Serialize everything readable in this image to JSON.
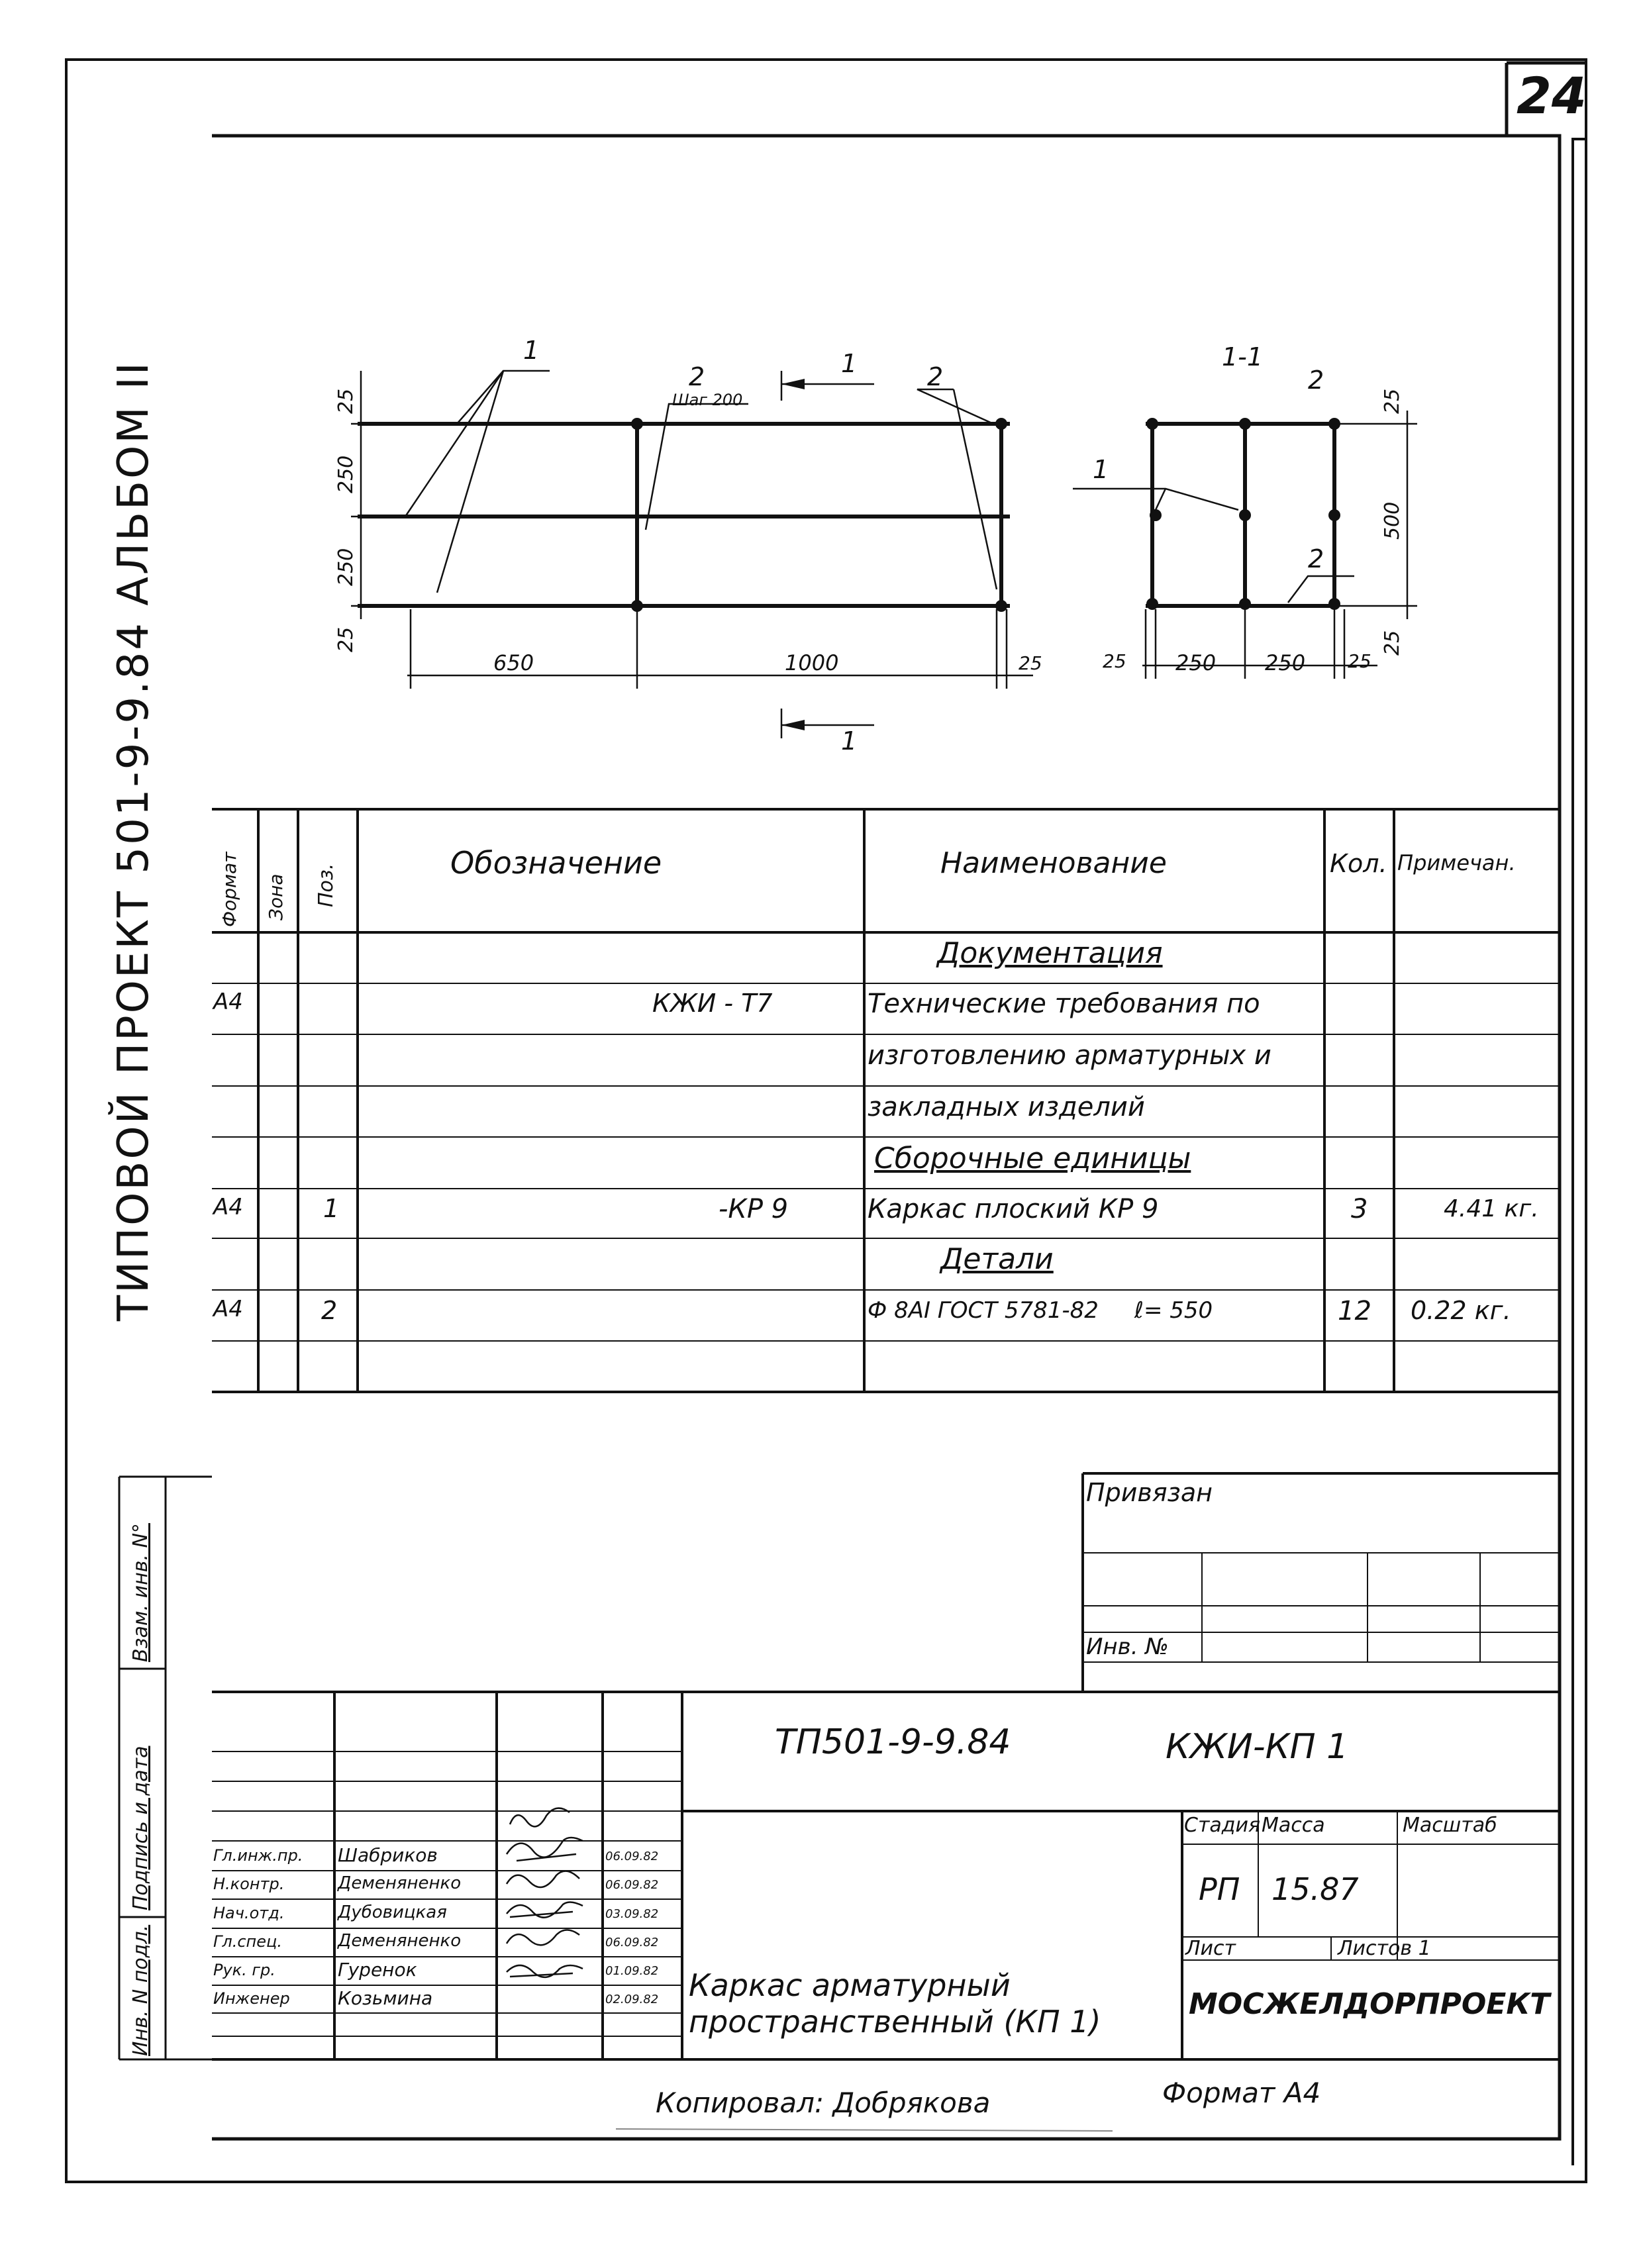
{
  "sheet_number": "24",
  "side_title": "ТИПОВОЙ   ПРОЕКТ 501-9-9.84   АЛЬБОМ II",
  "drawing": {
    "elevation": {
      "dims_vertical": [
        "25",
        "250",
        "250",
        "25"
      ],
      "dims_horizontal": [
        "650",
        "1000",
        "25"
      ],
      "label_1": "1",
      "label_2a": "2",
      "label_2a_note": "Шаг 200",
      "label_2b": "2",
      "section_mark_top": "1",
      "section_mark_bottom": "1"
    },
    "section": {
      "title": "1-1",
      "label_2_top": "2",
      "label_1": "1",
      "label_2_bottom": "2",
      "dims_right": [
        "25",
        "500",
        "25"
      ],
      "dims_bottom": [
        "25",
        "250",
        "250",
        "25"
      ]
    }
  },
  "spec": {
    "headers": {
      "format": "Формат",
      "zone": "Зона",
      "pos": "Поз.",
      "designation": "Обозначение",
      "name": "Наименование",
      "qty": "Кол.",
      "note": "Примечан."
    },
    "rows": [
      {
        "format": "",
        "pos": "",
        "designation": "",
        "name": "Документация",
        "qty": "",
        "note": ""
      },
      {
        "format": "А4",
        "pos": "",
        "designation": "КЖИ - Т7",
        "name": "Технические требования по",
        "qty": "",
        "note": ""
      },
      {
        "format": "",
        "pos": "",
        "designation": "",
        "name": "изготовлению арматурных и",
        "qty": "",
        "note": ""
      },
      {
        "format": "",
        "pos": "",
        "designation": "",
        "name": "закладных изделий",
        "qty": "",
        "note": ""
      },
      {
        "format": "",
        "pos": "",
        "designation": "",
        "name": "Сборочные единицы",
        "qty": "",
        "note": ""
      },
      {
        "format": "А4",
        "pos": "1",
        "designation": "-КР 9",
        "name": "Каркас плоский КР 9",
        "qty": "3",
        "note": "4.41 кг."
      },
      {
        "format": "",
        "pos": "",
        "designation": "",
        "name": "Детали",
        "qty": "",
        "note": ""
      },
      {
        "format": "А4",
        "pos": "2",
        "designation": "",
        "name": "Ф 8АI ГОСТ 5781-82     ℓ= 550",
        "qty": "12",
        "note": "0.22 кг."
      },
      {
        "format": "",
        "pos": "",
        "designation": "",
        "name": "",
        "qty": "",
        "note": ""
      }
    ]
  },
  "binding": {
    "title": "Привязан",
    "inv": "Инв. №"
  },
  "side_stamp": [
    "Инв. N подл.",
    "Подпись и дата",
    "Взам. инв. N°"
  ],
  "title_block": {
    "code": "ТП501-9-9.84",
    "code2": "КЖИ-КП 1",
    "stage_label": "Стадия",
    "mass_label": "Масса",
    "scale_label": "Масштаб",
    "stage": "РП",
    "mass": "15.87",
    "sheet_label": "Лист",
    "sheets_label": "Листов 1",
    "name_line1": "Каркас арматурный",
    "name_line2": "пространственный (КП 1)",
    "org": "МОСЖЕЛДОРПРОЕКТ",
    "people": [
      {
        "role": "Гл.инж.пр.",
        "name": "Шабриков",
        "date": "06.09.82"
      },
      {
        "role": "Н.контр.",
        "name": "Деменяненко",
        "date": "06.09.82"
      },
      {
        "role": "Нач.отд.",
        "name": "Дубовицкая",
        "date": "03.09.82"
      },
      {
        "role": "Гл.спец.",
        "name": "Деменяненко",
        "date": "06.09.82"
      },
      {
        "role": "Рук. гр.",
        "name": "Гуренок",
        "date": "01.09.82"
      },
      {
        "role": "Инженер",
        "name": "Козьмина",
        "date": "02.09.82"
      }
    ]
  },
  "footer": {
    "copied": "Копировал: Добрякова",
    "format": "Формат А4"
  }
}
